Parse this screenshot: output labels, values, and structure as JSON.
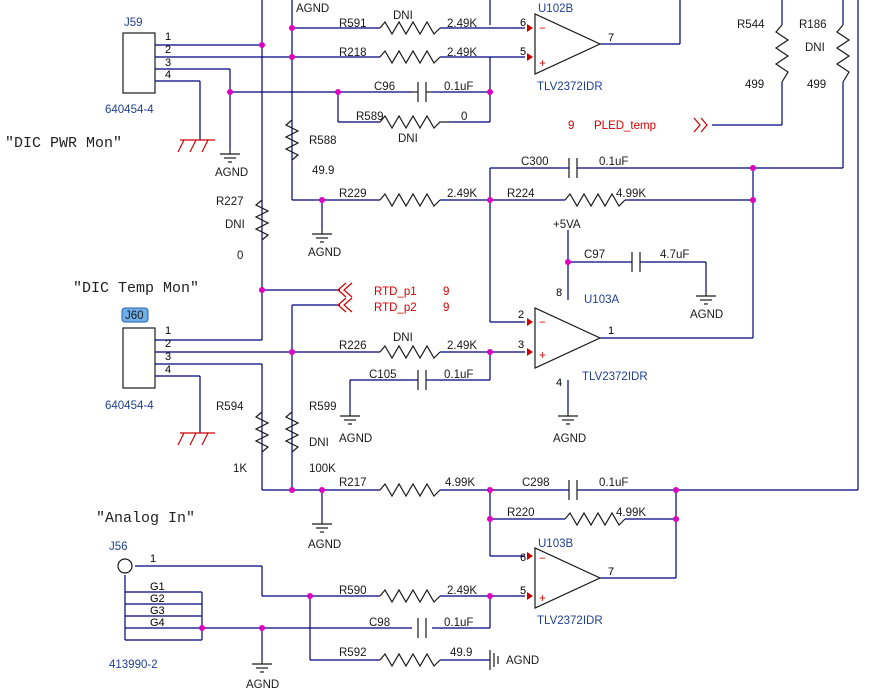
{
  "labels": {
    "dic_pwr_mon": "\"DIC PWR Mon\"",
    "dic_temp_mon": "\"DIC Temp Mon\"",
    "analog_in": "\"Analog In\""
  },
  "nets": {
    "agnd": "AGND",
    "vcc": "+5VA",
    "pled_sheet": "9",
    "pled_temp": "PLED_temp",
    "rtd_p1": "RTD_p1",
    "rtd_p2": "RTD_p2",
    "rtd_sheet": "9"
  },
  "j59": {
    "ref": "J59",
    "part": "640454-4",
    "pins": [
      "1",
      "2",
      "3",
      "4"
    ]
  },
  "j60": {
    "ref": "J60",
    "part": "640454-4",
    "pins": [
      "1",
      "2",
      "3",
      "4"
    ]
  },
  "j56": {
    "ref": "J56",
    "part": "413990-2",
    "pins": [
      "1",
      "G1",
      "G2",
      "G3",
      "G4"
    ]
  },
  "u102b": {
    "ref": "U102B",
    "part": "TLV2372IDR",
    "pin_minus": "6",
    "pin_plus": "5",
    "pin_out": "7"
  },
  "u103a": {
    "ref": "U103A",
    "part": "TLV2372IDR",
    "pin_minus": "2",
    "pin_plus": "3",
    "pin_out": "1",
    "pin_vcc": "8",
    "pin_gnd": "4"
  },
  "u103b": {
    "ref": "U103B",
    "part": "TLV2372IDR",
    "pin_minus": "6",
    "pin_plus": "5",
    "pin_out": "7"
  },
  "parts": {
    "r591": {
      "ref": "R591",
      "val": "DNI",
      "ohms": "2.49K"
    },
    "r218": {
      "ref": "R218",
      "val": "2.49K"
    },
    "c96": {
      "ref": "C96",
      "val": "0.1uF"
    },
    "r589": {
      "ref": "R589",
      "val": "DNI",
      "ohms": "0"
    },
    "r544": {
      "ref": "R544",
      "val": "499"
    },
    "r186": {
      "ref": "R186",
      "val": "DNI",
      "ohms": "499"
    },
    "r588": {
      "ref": "R588",
      "val": "49.9"
    },
    "r229": {
      "ref": "R229",
      "val": "2.49K"
    },
    "r224": {
      "ref": "R224",
      "val": "4.99K"
    },
    "c300": {
      "ref": "C300",
      "val": "0.1uF"
    },
    "r227": {
      "ref": "R227",
      "val": "DNI",
      "ohms": "0"
    },
    "c97": {
      "ref": "C97",
      "val": "4.7uF"
    },
    "r226": {
      "ref": "R226",
      "val": "DNI",
      "ohms": "2.49K"
    },
    "c105": {
      "ref": "C105",
      "val": "0.1uF"
    },
    "r594": {
      "ref": "R594",
      "val": "1K"
    },
    "r599": {
      "ref": "R599",
      "val": "DNI",
      "ohms": "100K"
    },
    "r217": {
      "ref": "R217",
      "val": "4.99K"
    },
    "c298": {
      "ref": "C298",
      "val": "0.1uF"
    },
    "r220": {
      "ref": "R220",
      "val": "4.99K"
    },
    "r590": {
      "ref": "R590",
      "val": "2.49K"
    },
    "c98": {
      "ref": "C98",
      "val": "0.1uF"
    },
    "r592": {
      "ref": "R592",
      "val": "49.9"
    }
  }
}
